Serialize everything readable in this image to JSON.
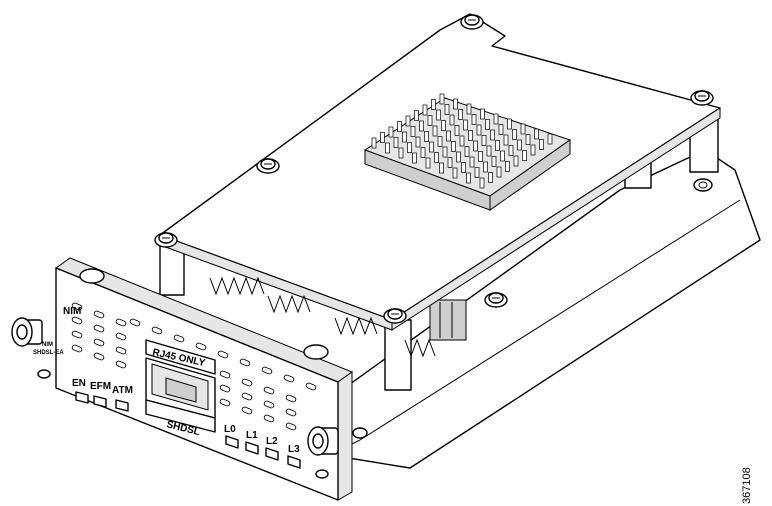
{
  "faceplate": {
    "title": "NIM",
    "model_line1": "NIM",
    "model_line2": "SHDSL-EA",
    "led_labels": [
      "EN",
      "EFM",
      "ATM"
    ],
    "port_top_label": "RJ45  ONLY",
    "port_bottom_label": "SHDSL",
    "line_labels": [
      "L0",
      "L1",
      "L2",
      "L3"
    ]
  },
  "figure_id": "367108"
}
